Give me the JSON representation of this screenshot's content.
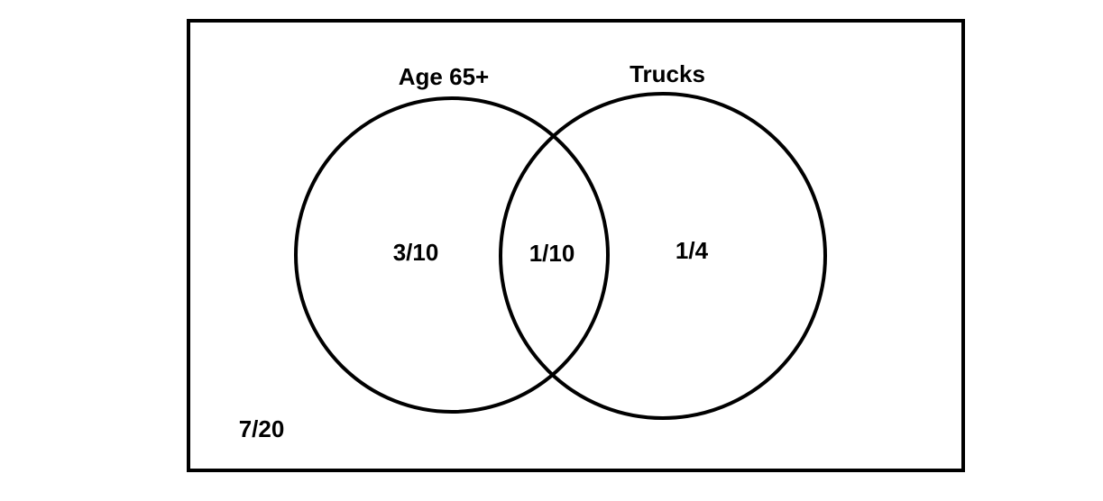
{
  "sets": {
    "left": {
      "label": "Age 65+"
    },
    "right": {
      "label": "Trucks"
    }
  },
  "regions": {
    "left_only": "3/10",
    "both": "1/10",
    "right_only": "1/4",
    "neither": "7/20"
  },
  "colors": {
    "stroke": "#000000",
    "text": "#000000",
    "background": "#ffffff"
  }
}
